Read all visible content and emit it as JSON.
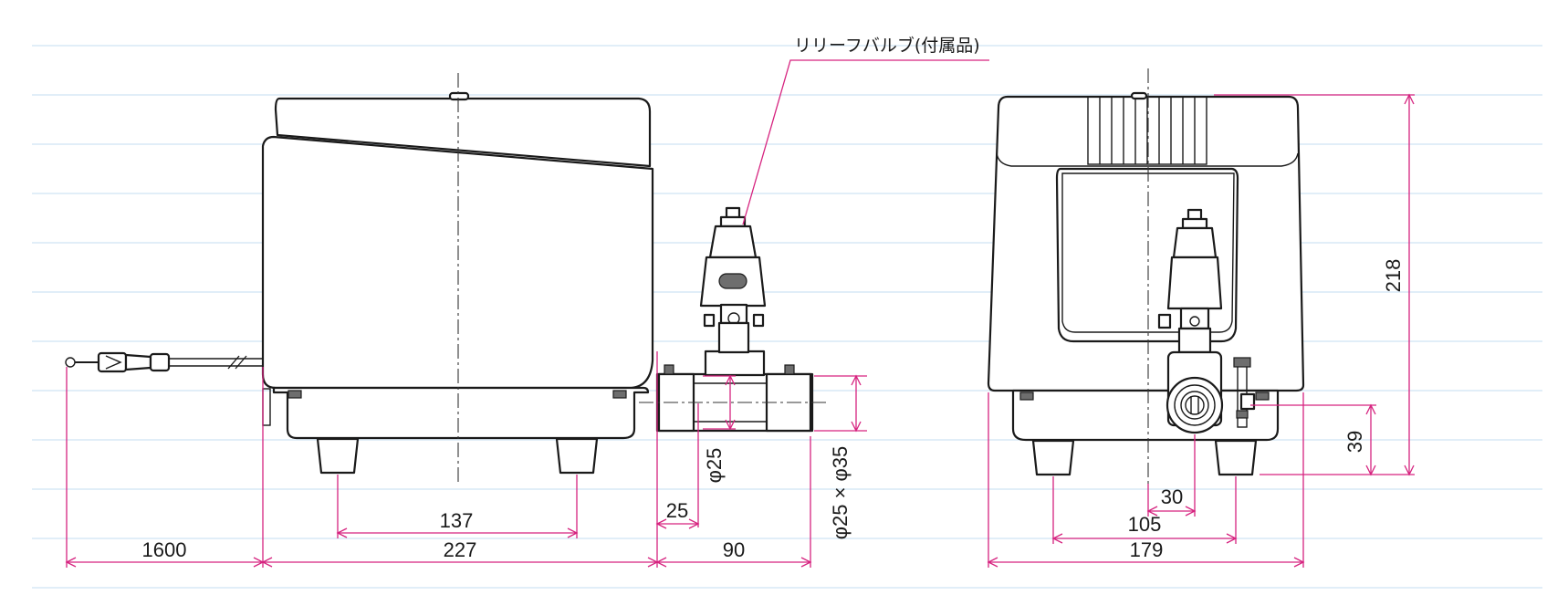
{
  "callout": {
    "relief_valve": "リリーフバルブ(付属品)"
  },
  "dimensions": {
    "cord_length": "1600",
    "body_length": "227",
    "outlet_length": "90",
    "foot_pitch": "137",
    "pipe_inset": "25",
    "pipe_inner_dia": "φ25",
    "pipe_outer_dia": "φ25 × φ35",
    "height": "218",
    "outlet_height": "39",
    "width": "179",
    "foot_pitch_side": "105",
    "outlet_offset": "30"
  },
  "colors": {
    "dimension": "#d6237f",
    "grid": "#cfe3f3",
    "outline": "#1a1a1a"
  }
}
